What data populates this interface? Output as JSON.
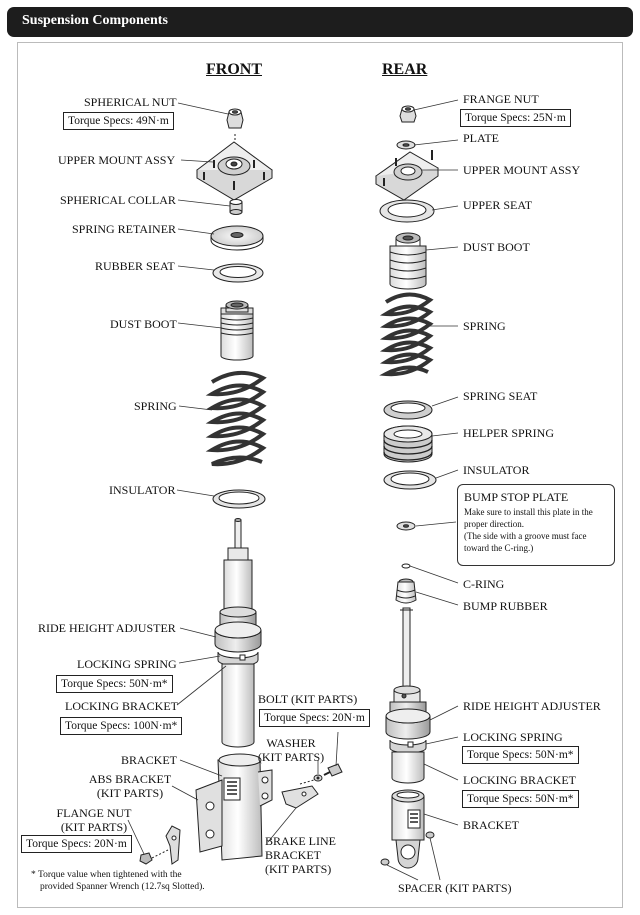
{
  "header": {
    "title": "Suspension Components"
  },
  "front": {
    "heading": "FRONT",
    "spherical_nut": "SPHERICAL NUT",
    "spherical_nut_torque": "Torque Specs: 49N·m",
    "upper_mount": "UPPER MOUNT ASSY",
    "spherical_collar": "SPHERICAL COLLAR",
    "spring_retainer": "SPRING RETAINER",
    "rubber_seat": "RUBBER SEAT",
    "dust_boot": "DUST BOOT",
    "spring": "SPRING",
    "insulator": "INSULATOR",
    "ride_height_adjuster": "RIDE HEIGHT ADJUSTER",
    "locking_spring": "LOCKING SPRING",
    "locking_spring_torque": "Torque Specs: 50N·m*",
    "locking_bracket": "LOCKING BRACKET",
    "locking_bracket_torque": "Torque Specs: 100N·m*",
    "bolt": "BOLT (KIT PARTS)",
    "bolt_torque": "Torque Specs: 20N·m",
    "washer_1": "WASHER",
    "washer_2": "(KIT PARTS)",
    "bracket": "BRACKET",
    "abs_bracket_1": "ABS BRACKET",
    "abs_bracket_2": "(KIT PARTS)",
    "flange_nut_1": "FLANGE NUT",
    "flange_nut_2": "(KIT PARTS)",
    "flange_nut_torque": "Torque Specs: 20N·m",
    "brake_line_1": "BRAKE LINE",
    "brake_line_2": "BRACKET",
    "brake_line_3": "(KIT PARTS)"
  },
  "rear": {
    "heading": "REAR",
    "frange_nut": "FRANGE NUT",
    "frange_nut_torque": "Torque Specs: 25N·m",
    "plate": "PLATE",
    "upper_mount": "UPPER MOUNT ASSY",
    "upper_seat": "UPPER  SEAT",
    "dust_boot": "DUST BOOT",
    "spring": "SPRING",
    "spring_seat": "SPRING SEAT",
    "helper_spring": "HELPER SPRING",
    "insulator": "INSULATOR",
    "bump_stop_plate": "BUMP STOP PLATE",
    "bump_note_1": "Make sure to install this plate in the",
    "bump_note_2": "proper direction.",
    "bump_note_3": "(The side with a groove must face",
    "bump_note_4": "toward the C-ring.)",
    "c_ring": "C-RING",
    "bump_rubber": "BUMP RUBBER",
    "ride_height_adjuster": "RIDE HEIGHT ADJUSTER",
    "locking_spring": "LOCKING SPRING",
    "locking_spring_torque": "Torque Specs: 50N·m*",
    "locking_bracket": "LOCKING BRACKET",
    "locking_bracket_torque": "Torque Specs: 50N·m*",
    "bracket": "BRACKET",
    "spacer": "SPACER (KIT PARTS)"
  },
  "footnote": {
    "line1": "* Torque value when tightened with the",
    "line2": "provided Spanner Wrench (12.7sq Slotted)."
  }
}
